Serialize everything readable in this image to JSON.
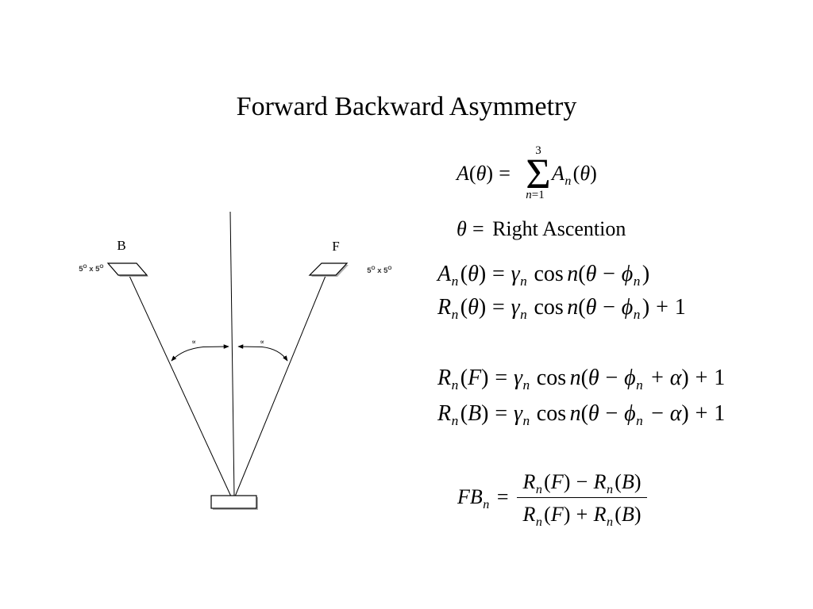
{
  "title": "Forward Backward Asymmetry",
  "diagram": {
    "backward_label": "B",
    "forward_label": "F",
    "left_aperture": {
      "a": "5",
      "a_sup": "O",
      "x": " x 5",
      "b_sup": "O"
    },
    "right_aperture": {
      "a": "5",
      "a_sup": "O",
      "x": " x 5",
      "b_sup": "O"
    },
    "left_angle_label": "∝",
    "right_angle_label": "∝"
  },
  "equations": {
    "total_sum": {
      "lhs": [
        {
          "i": "A"
        },
        {
          "r": "("
        },
        {
          "i": "θ"
        },
        {
          "r": ")"
        },
        {
          "op": "="
        }
      ],
      "sum_symbol": "Σ",
      "upper_limit": "3",
      "lower_limit": [
        {
          "i": "n"
        },
        {
          "r": "="
        },
        {
          "r": "1"
        }
      ],
      "rhs": [
        {
          "i": "A"
        },
        {
          "sub": "n"
        },
        {
          "r": "("
        },
        {
          "i": "θ"
        },
        {
          "r": ")"
        }
      ]
    },
    "theta_definition": [
      {
        "i": "θ"
      },
      {
        "op": "="
      },
      {
        "txt": "Right Ascention"
      }
    ],
    "amplitude": [
      {
        "i": "A"
      },
      {
        "sub": "n"
      },
      {
        "r": "("
      },
      {
        "i": "θ"
      },
      {
        "r": ")"
      },
      {
        "op": "="
      },
      {
        "i": "γ"
      },
      {
        "sub": "n"
      },
      {
        "fn": "cos"
      },
      {
        "i": "n"
      },
      {
        "r": "("
      },
      {
        "i": "θ"
      },
      {
        "op": "−"
      },
      {
        "i": "ϕ"
      },
      {
        "sub": "n"
      },
      {
        "r": ")"
      }
    ],
    "rate": [
      {
        "i": "R"
      },
      {
        "sub": "n"
      },
      {
        "r": "("
      },
      {
        "i": "θ"
      },
      {
        "r": ")"
      },
      {
        "op": "="
      },
      {
        "i": "γ"
      },
      {
        "sub": "n"
      },
      {
        "fn": "cos"
      },
      {
        "i": "n"
      },
      {
        "r": "("
      },
      {
        "i": "θ"
      },
      {
        "op": "−"
      },
      {
        "i": "ϕ"
      },
      {
        "sub": "n"
      },
      {
        "r": ")"
      },
      {
        "op": "+"
      },
      {
        "r": "1"
      }
    ],
    "rate_forward": [
      {
        "i": "R"
      },
      {
        "sub": "n"
      },
      {
        "r": "("
      },
      {
        "i": "F"
      },
      {
        "r": ")"
      },
      {
        "op": "="
      },
      {
        "i": "γ"
      },
      {
        "sub": "n"
      },
      {
        "fn": "cos"
      },
      {
        "i": "n"
      },
      {
        "r": "("
      },
      {
        "i": "θ"
      },
      {
        "op": "−"
      },
      {
        "i": "ϕ"
      },
      {
        "sub": "n"
      },
      {
        "op": "+"
      },
      {
        "i": "α"
      },
      {
        "r": ")"
      },
      {
        "op": "+"
      },
      {
        "r": "1"
      }
    ],
    "rate_backward": [
      {
        "i": "R"
      },
      {
        "sub": "n"
      },
      {
        "r": "("
      },
      {
        "i": "B"
      },
      {
        "r": ")"
      },
      {
        "op": "="
      },
      {
        "i": "γ"
      },
      {
        "sub": "n"
      },
      {
        "fn": "cos"
      },
      {
        "i": "n"
      },
      {
        "r": "("
      },
      {
        "i": "θ"
      },
      {
        "op": "−"
      },
      {
        "i": "ϕ"
      },
      {
        "sub": "n"
      },
      {
        "op": "−"
      },
      {
        "i": "α"
      },
      {
        "r": ")"
      },
      {
        "op": "+"
      },
      {
        "r": "1"
      }
    ],
    "asymmetry": {
      "lhs": [
        {
          "i": "F"
        },
        {
          "i": "B"
        },
        {
          "sub": "n"
        },
        {
          "op": "="
        }
      ],
      "numerator": [
        {
          "i": "R"
        },
        {
          "sub": "n"
        },
        {
          "r": "("
        },
        {
          "i": "F"
        },
        {
          "r": ")"
        },
        {
          "op": "−"
        },
        {
          "i": "R"
        },
        {
          "sub": "n"
        },
        {
          "r": "("
        },
        {
          "i": "B"
        },
        {
          "r": ")"
        }
      ],
      "denominator": [
        {
          "i": "R"
        },
        {
          "sub": "n"
        },
        {
          "r": "("
        },
        {
          "i": "F"
        },
        {
          "r": ")"
        },
        {
          "op": "+"
        },
        {
          "i": "R"
        },
        {
          "sub": "n"
        },
        {
          "r": "("
        },
        {
          "i": "B"
        },
        {
          "r": ")"
        }
      ]
    }
  }
}
